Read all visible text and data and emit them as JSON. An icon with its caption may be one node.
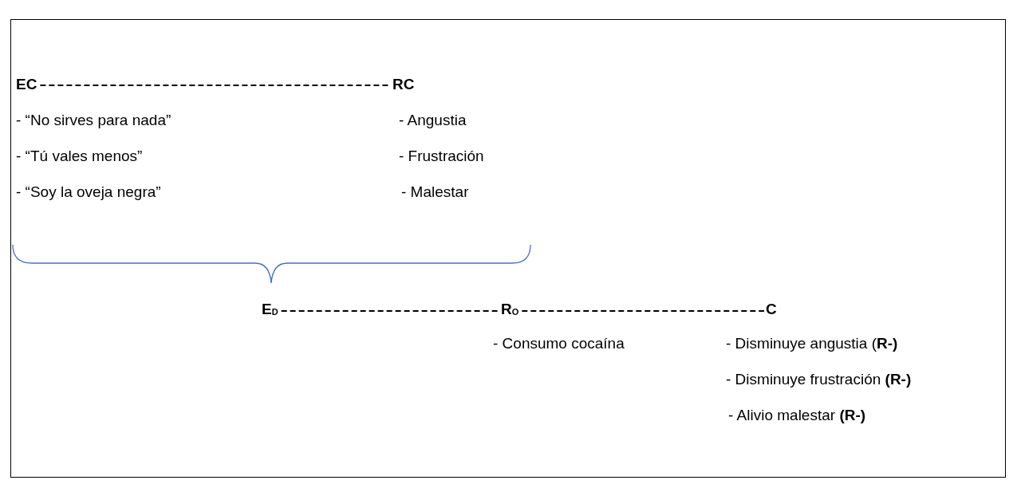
{
  "diagram": {
    "nodes": [
      {
        "text": [
          "EC"
        ]
      },
      {
        "text": [
          "RC"
        ]
      },
      {
        "text": [
          "E$_{D}$"
        ]
      },
      {
        "text": [
          "R$_{O}$"
        ]
      },
      {
        "text": [
          "C"
        ]
      }
    ],
    "edges": [
      {
        "from": 0,
        "to": 1,
        "arrow": "none",
        "style": "dashed"
      },
      {
        "from": 2,
        "to": 3,
        "arrow": "none",
        "style": "dashed"
      },
      {
        "from": 3,
        "to": 4,
        "arrow": "none",
        "style": "dashed"
      }
    ],
    "labels": [
      "- “No sirves para nada”",
      "- Angustia",
      "- “Tú vales menos”",
      "- Frustración",
      "- “Soy la oveja negra”",
      "- Malestar",
      "- Consumo cocaína",
      "- Disminuye angustia (**R-)**",
      "- Disminuye frustración **(R-)**",
      "- Alivio malestar **(R-)**"
    ]
  }
}
